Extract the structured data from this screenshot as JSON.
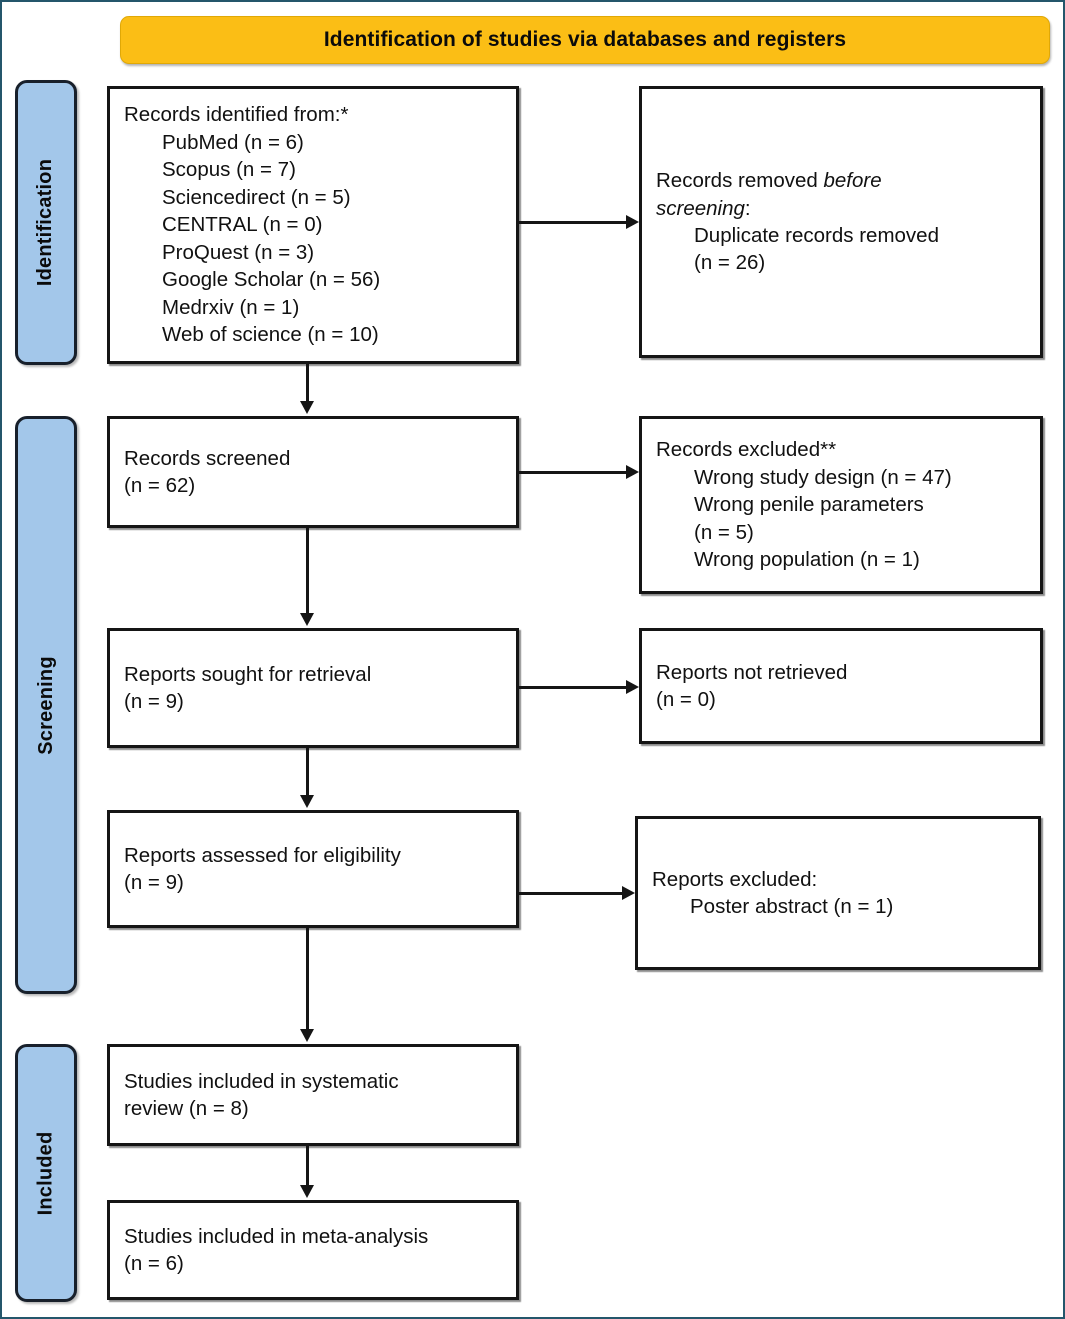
{
  "figure": {
    "type": "prisma-flow-diagram",
    "banner": {
      "title": "Identification of studies via databases and registers",
      "color": "#fbbe15"
    },
    "stage_color": "#a3c7ea",
    "border_color": "#24566b"
  },
  "stages": [
    {
      "id": "identification",
      "label": "Identification"
    },
    {
      "id": "screening",
      "label": "Screening"
    },
    {
      "id": "included",
      "label": "Included"
    }
  ],
  "boxes": {
    "records_identified": {
      "heading": "Records identified from:*",
      "sources": [
        "PubMed (n = 6)",
        "Scopus (n = 7)",
        "Sciencedirect (n = 5)",
        "CENTRAL (n = 0)",
        "ProQuest (n = 3)",
        "Google Scholar (n = 56)",
        "Medrxiv (n = 1)",
        "Web of science (n = 10)"
      ]
    },
    "records_removed": {
      "line1_a": "Records removed ",
      "line1_italic": "before",
      "line2_italic": "screening",
      "line2_b": ":",
      "item1": "Duplicate records removed",
      "item2": "(n = 26)"
    },
    "records_screened": {
      "line1": "Records screened",
      "line2": "(n = 62)"
    },
    "records_excluded": {
      "heading": "Records excluded**",
      "items": [
        "Wrong study design (n = 47)",
        "Wrong penile parameters",
        "(n = 5)",
        "Wrong population (n = 1)"
      ]
    },
    "reports_sought": {
      "line1": "Reports sought for retrieval",
      "line2": "(n = 9)"
    },
    "reports_not_retrieved": {
      "line1": "Reports not retrieved",
      "line2": "(n = 0)"
    },
    "reports_assessed": {
      "line1": "Reports assessed for eligibility",
      "line2": "(n = 9)"
    },
    "reports_excluded": {
      "heading": "Reports excluded:",
      "item1": "Poster abstract (n = 1)"
    },
    "studies_systematic_review": {
      "line1": "Studies included in systematic",
      "line2": "review (n = 8)"
    },
    "studies_meta_analysis": {
      "line1": "Studies included in meta-analysis",
      "line2": "(n = 6)"
    }
  },
  "counts": {
    "pubmed": 6,
    "scopus": 7,
    "sciencedirect": 5,
    "central": 0,
    "proquest": 3,
    "google_scholar": 56,
    "medrxiv": 1,
    "web_of_science": 10,
    "duplicates_removed": 26,
    "records_screened": 62,
    "wrong_study_design": 47,
    "wrong_penile_parameters": 5,
    "wrong_population": 1,
    "reports_sought": 9,
    "reports_not_retrieved": 0,
    "reports_assessed": 9,
    "poster_abstract_excluded": 1,
    "studies_systematic_review": 8,
    "studies_meta_analysis": 6
  }
}
